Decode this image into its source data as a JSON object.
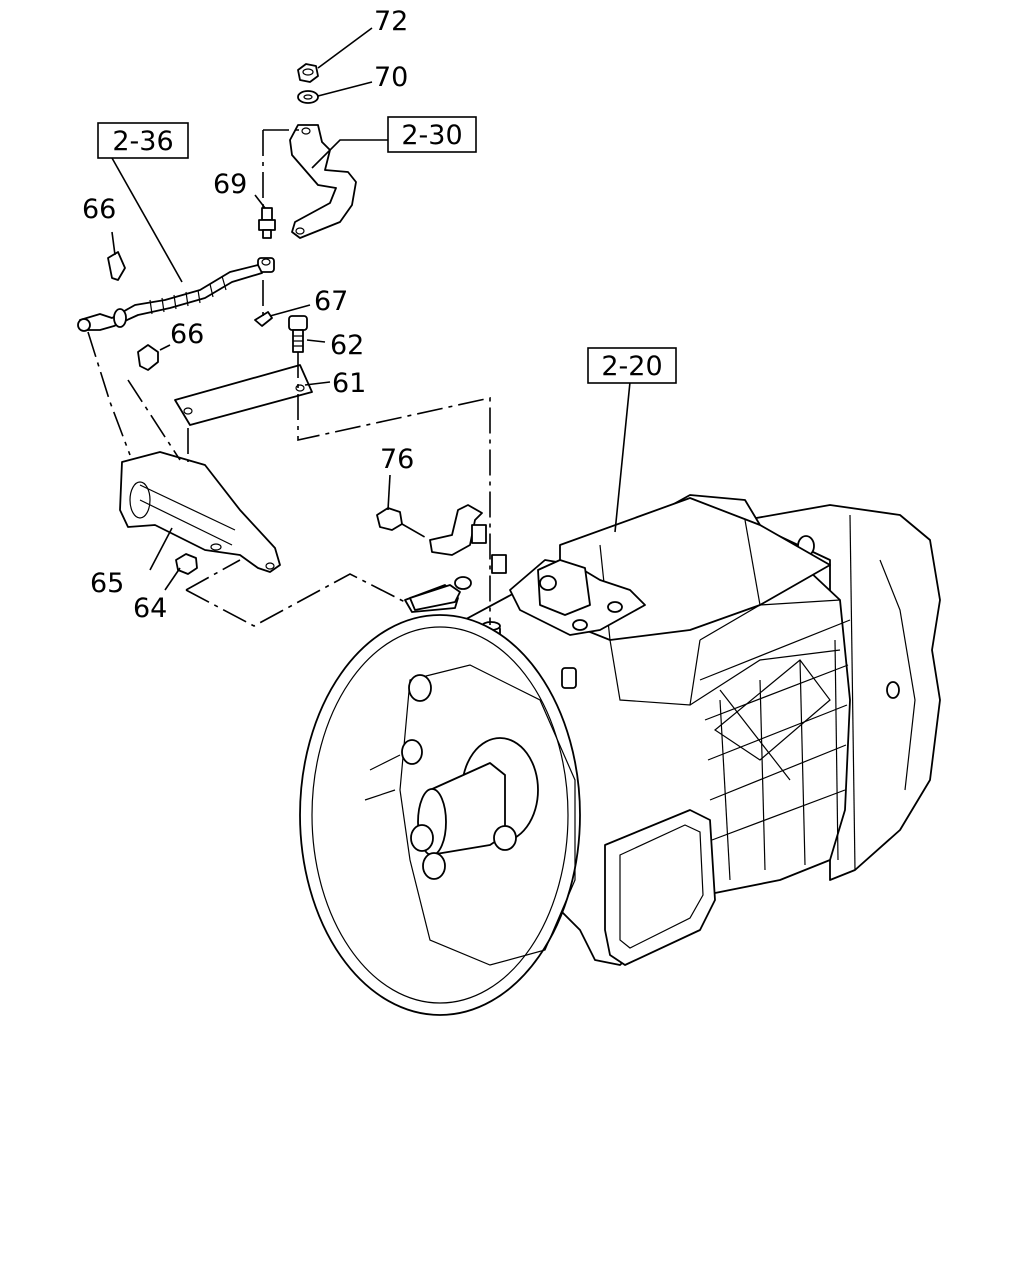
{
  "diagram": {
    "part_labels": {
      "p72": "72",
      "p70": "70",
      "p69": "69",
      "p66a": "66",
      "p67": "67",
      "p66b": "66",
      "p62": "62",
      "p61": "61",
      "p76": "76",
      "p65": "65",
      "p64": "64"
    },
    "reference_labels": {
      "r236": "2-36",
      "r230": "2-30",
      "r220": "2-20"
    }
  }
}
